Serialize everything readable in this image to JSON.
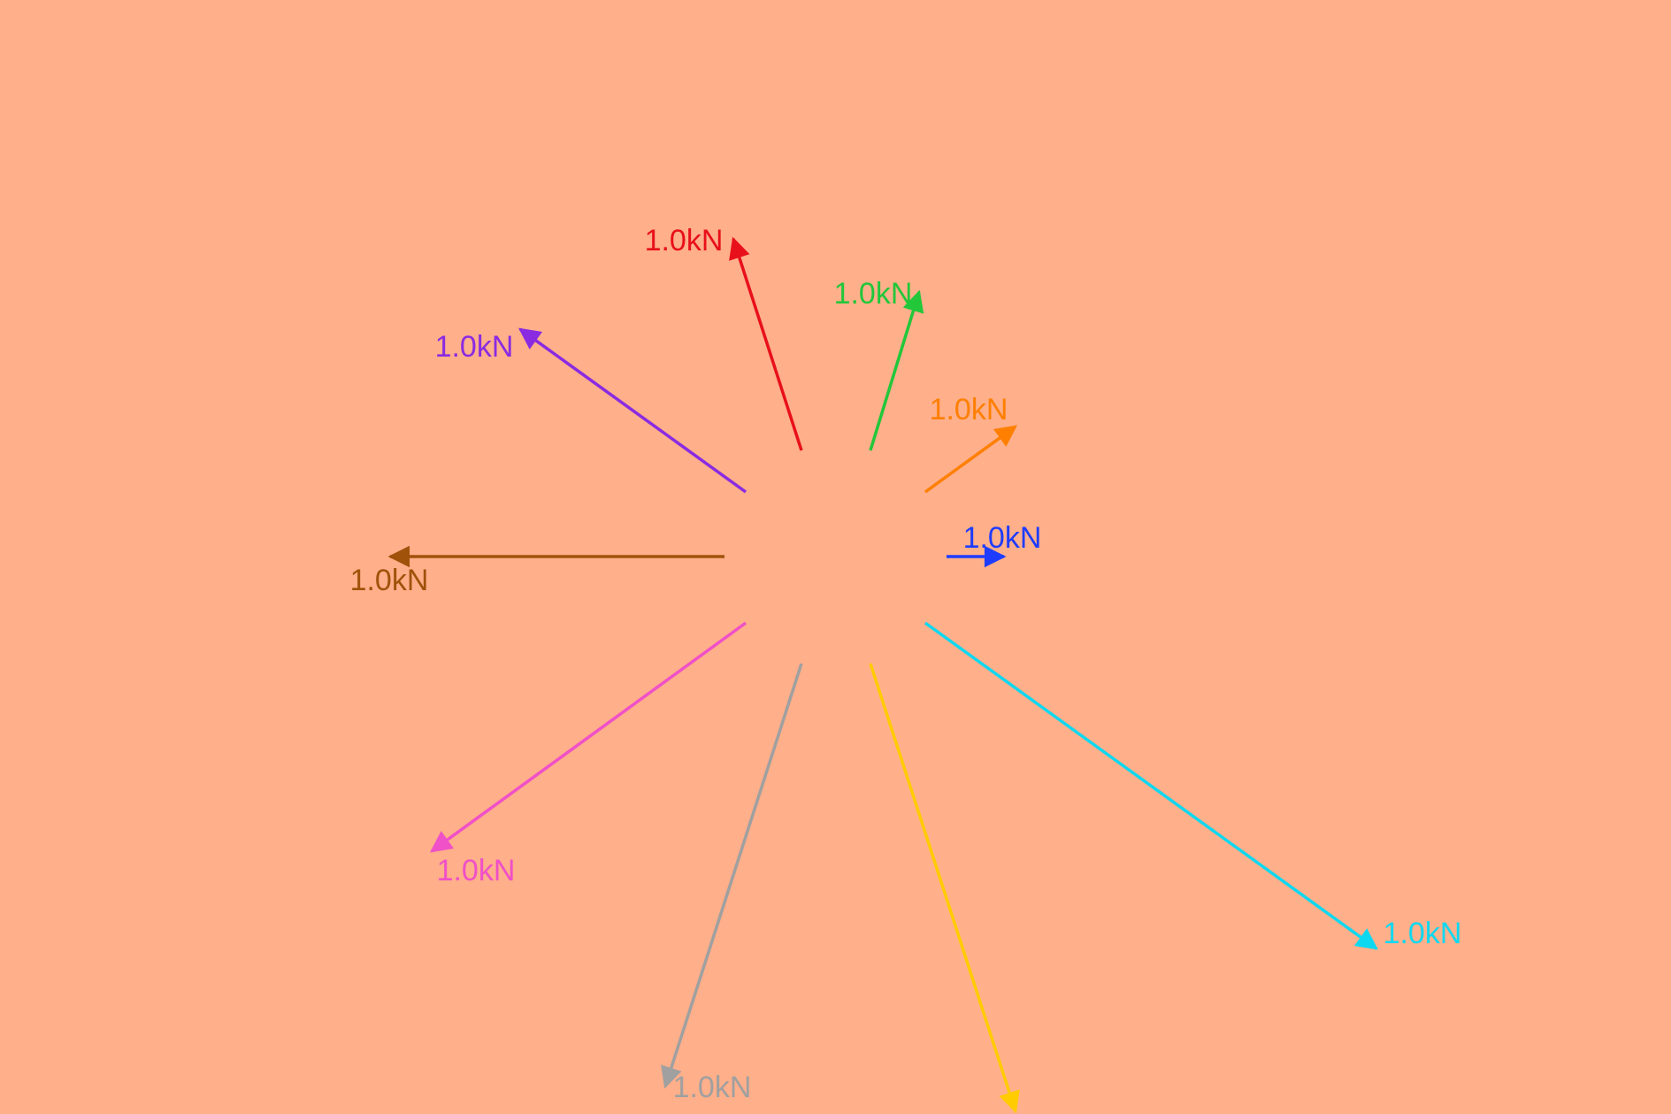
{
  "background_color": "#FFAF8A",
  "forces": [
    {
      "id": "red",
      "label": "1.0kN",
      "color": "#E8101A"
    },
    {
      "id": "green",
      "label": "1.0kN",
      "color": "#22C73A"
    },
    {
      "id": "orange",
      "label": "1.0kN",
      "color": "#FF7F00"
    },
    {
      "id": "blue",
      "label": "1.0kN",
      "color": "#1E3CFF"
    },
    {
      "id": "cyan",
      "label": "1.0kN",
      "color": "#0ED8F0"
    },
    {
      "id": "yellow",
      "label": "",
      "color": "#FFCC00"
    },
    {
      "id": "gray",
      "label": "1.0kN",
      "color": "#A0A0A0"
    },
    {
      "id": "pink",
      "label": "1.0kN",
      "color": "#F050C8"
    },
    {
      "id": "brown",
      "label": "1.0kN",
      "color": "#A0520A"
    },
    {
      "id": "purple",
      "label": "1.0kN",
      "color": "#8A2BE2"
    }
  ]
}
